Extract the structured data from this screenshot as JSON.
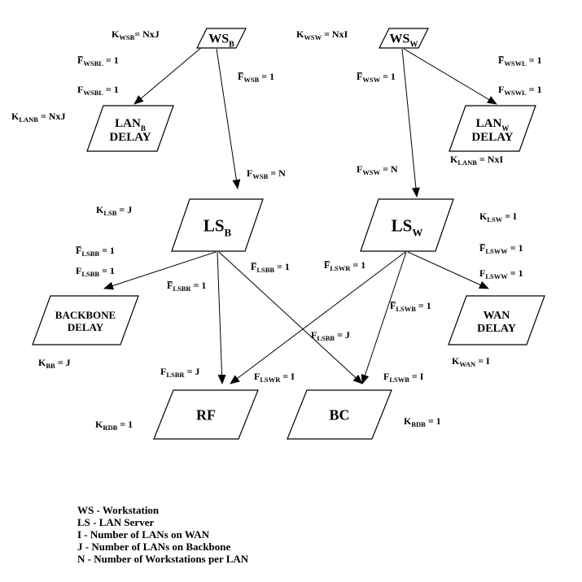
{
  "nodes": [
    {
      "id": "ws_b",
      "main": "WS",
      "sub": "B",
      "line2": ""
    },
    {
      "id": "ws_w",
      "main": "WS",
      "sub": "W",
      "line2": ""
    },
    {
      "id": "lan_b",
      "main": "LAN",
      "sub": "B",
      "line2": "DELAY"
    },
    {
      "id": "lan_w",
      "main": "LAN",
      "sub": "W",
      "line2": "DELAY"
    },
    {
      "id": "ls_b",
      "main": "LS",
      "sub": "B",
      "line2": ""
    },
    {
      "id": "ls_w",
      "main": "LS",
      "sub": "W",
      "line2": ""
    },
    {
      "id": "backbone",
      "main": "BACKBONE",
      "sub": "",
      "line2": "DELAY"
    },
    {
      "id": "wan",
      "main": "WAN",
      "sub": "",
      "line2": "DELAY"
    },
    {
      "id": "rf",
      "main": "RF",
      "sub": "",
      "line2": ""
    },
    {
      "id": "bc",
      "main": "BC",
      "sub": "",
      "line2": ""
    }
  ],
  "labels": [
    {
      "id": "k-wsb",
      "pre": "K",
      "sub": "WSB",
      "post": "= NxJ"
    },
    {
      "id": "k-wsw",
      "pre": "K",
      "sub": "WSW",
      "post": " = NxI"
    },
    {
      "id": "fbar-wsbl",
      "pre": "F̅",
      "sub": "WSBL",
      "post": " = 1"
    },
    {
      "id": "f-wsbl",
      "pre": "F",
      "sub": "WSBL",
      "post": " = 1"
    },
    {
      "id": "fbar-wsb",
      "pre": "F̅",
      "sub": "WSB",
      "post": " = 1"
    },
    {
      "id": "fbar-wsw",
      "pre": "F̅",
      "sub": "WSW",
      "post": " = 1"
    },
    {
      "id": "fbar-wswl",
      "pre": "F̅",
      "sub": "WSWL",
      "post": " = 1"
    },
    {
      "id": "f-wswl",
      "pre": "F",
      "sub": "WSWL",
      "post": " = 1"
    },
    {
      "id": "k-lanb-left",
      "pre": "K",
      "sub": "LANB",
      "post": " = NxJ"
    },
    {
      "id": "k-lanb-right",
      "pre": "K",
      "sub": "LANB",
      "post": " = NxI"
    },
    {
      "id": "f-wsb",
      "pre": "F",
      "sub": "WSB",
      "post": " = N"
    },
    {
      "id": "f-wsw",
      "pre": "F",
      "sub": "WSW",
      "post": " = N"
    },
    {
      "id": "k-lsb",
      "pre": "K",
      "sub": "LSB",
      "post": " = J"
    },
    {
      "id": "k-lsw",
      "pre": "K",
      "sub": "LSW",
      "post": " = I"
    },
    {
      "id": "fbar-lsbb-left",
      "pre": "F̅",
      "sub": "LSBB",
      "post": " = 1"
    },
    {
      "id": "f-lsbb-left",
      "pre": "F",
      "sub": "LSBB",
      "post": " = 1"
    },
    {
      "id": "fbar-lsbb-mid",
      "pre": "F̅",
      "sub": "LSBB",
      "post": " = 1"
    },
    {
      "id": "fbar-lswr",
      "pre": "F̅",
      "sub": "LSWR",
      "post": " = 1"
    },
    {
      "id": "fbar-lsww",
      "pre": "F̅",
      "sub": "LSWW",
      "post": " = 1"
    },
    {
      "id": "f-lsww",
      "pre": "F",
      "sub": "LSWW",
      "post": " = 1"
    },
    {
      "id": "fbar-lsbr",
      "pre": "F̅",
      "sub": "LSBR",
      "post": " = 1"
    },
    {
      "id": "fbar-lswb",
      "pre": "F̅",
      "sub": "LSWB",
      "post": " = 1"
    },
    {
      "id": "f-lsbb-j",
      "pre": "F",
      "sub": "LSBB",
      "post": " = J"
    },
    {
      "id": "k-bb",
      "pre": "K",
      "sub": "BB",
      "post": " = J"
    },
    {
      "id": "k-wan",
      "pre": "K",
      "sub": "WAN",
      "post": " = I"
    },
    {
      "id": "f-lsbr-j",
      "pre": "F",
      "sub": "LSBR",
      "post": " = J"
    },
    {
      "id": "f-lswr-i",
      "pre": "F",
      "sub": "LSWR",
      "post": " = I"
    },
    {
      "id": "f-lswb-i",
      "pre": "F",
      "sub": "LSWB",
      "post": " = I"
    },
    {
      "id": "k-rdb",
      "pre": "K",
      "sub": "RDB",
      "post": " = 1"
    },
    {
      "id": "k-bdb",
      "pre": "K",
      "sub": "BDB",
      "post": " = 1"
    }
  ],
  "legend": [
    "WS - Workstation",
    "LS - LAN Server",
    "I - Number of LANs on WAN",
    "J - Number of LANs on Backbone",
    "N - Number of Workstations per LAN"
  ]
}
